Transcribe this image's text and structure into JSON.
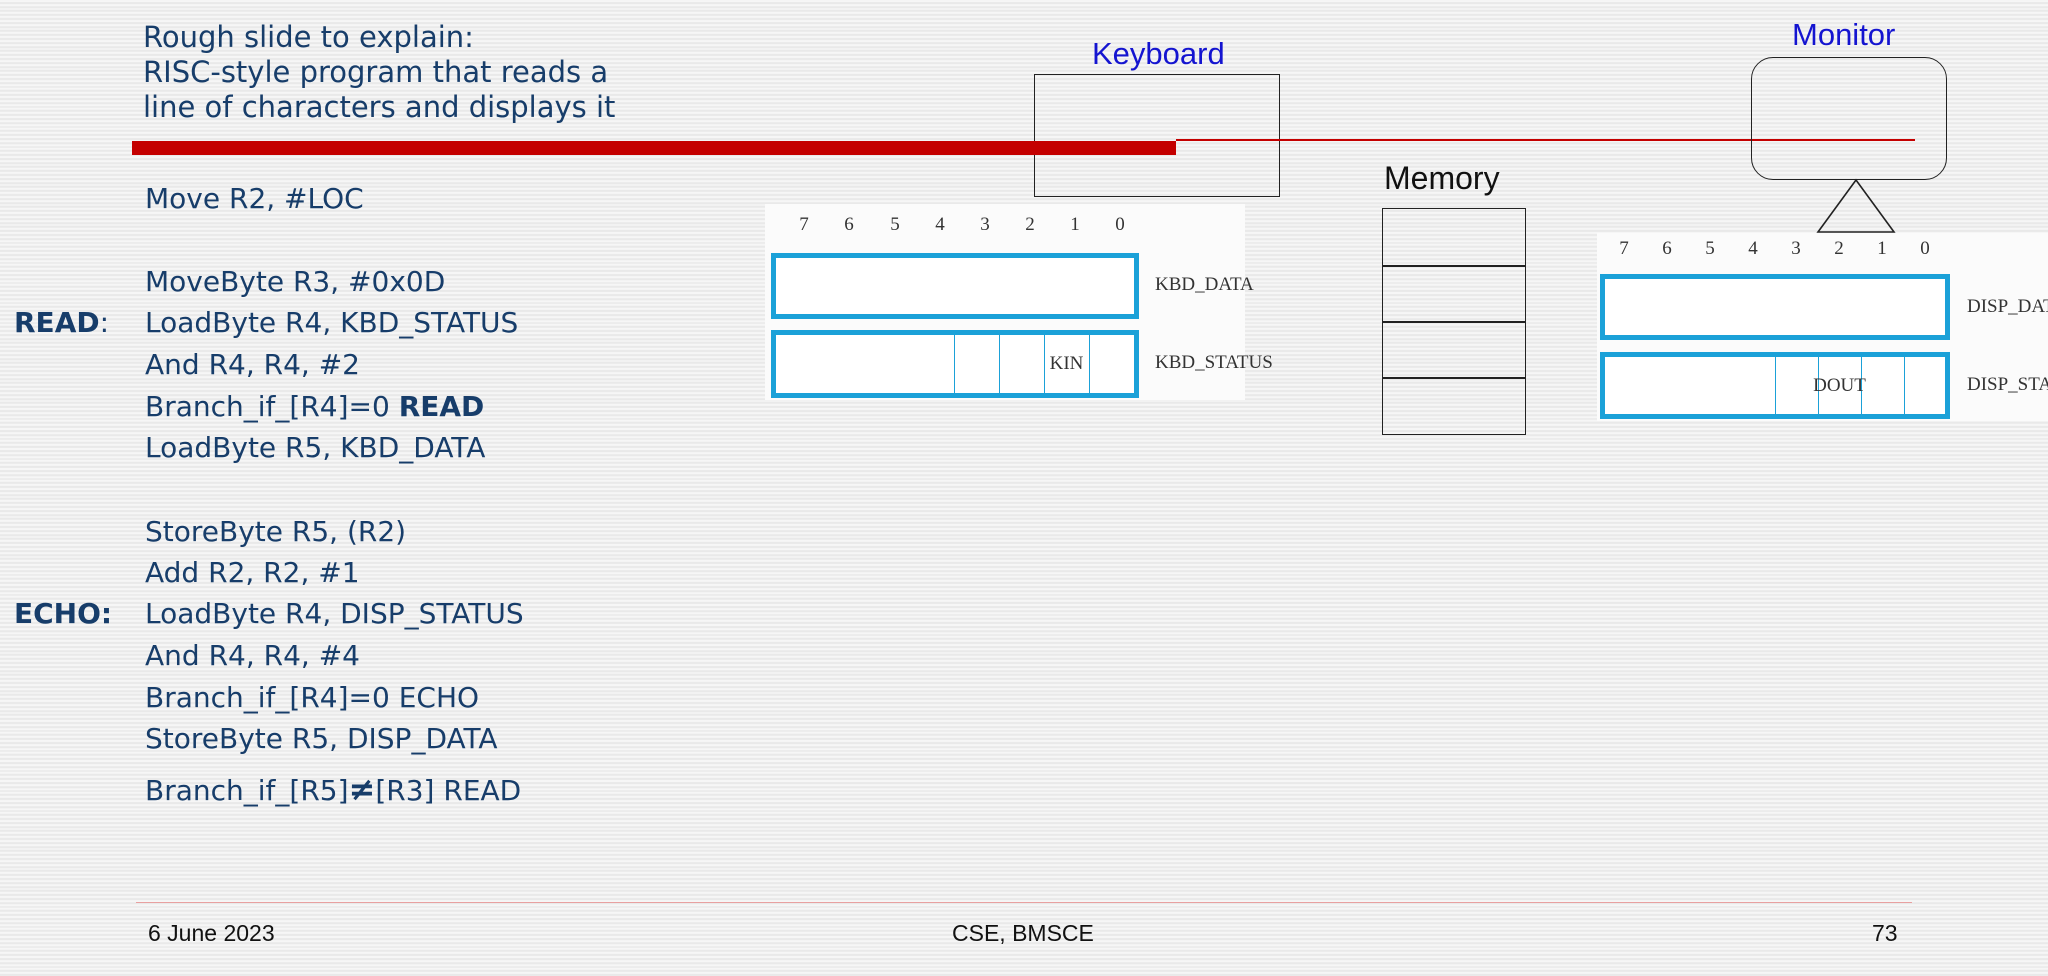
{
  "title_lines": [
    "Rough slide to explain:",
    "RISC-style program that reads a",
    "line of characters and displays it"
  ],
  "program": {
    "line1": "Move R2, #LOC",
    "line2": "MoveByte R3, #0x0D",
    "read_label": "READ",
    "read_colon": ":",
    "line3": "LoadByte R4, KBD_STATUS",
    "line4": "And R4, R4, #2",
    "line5_prefix": "Branch_if_[R4]=0 ",
    "line5_target": "READ",
    "line6": "LoadByte R5, KBD_DATA",
    "line7": "StoreByte R5, (R2)",
    "line8": "Add R2, R2, #1",
    "echo_label": "ECHO:",
    "line9": "LoadByte R4, DISP_STATUS",
    "line10": "And R4, R4, #4",
    "line11": "Branch_if_[R4]=0 ECHO",
    "line12": "StoreByte R5, DISP_DATA",
    "line13_prefix": "Branch_if_[R5]",
    "line13_symbol": "≠",
    "line13_suffix": "[R3] READ"
  },
  "diagram": {
    "keyboard_label": "Keyboard",
    "monitor_label": "Monitor",
    "memory_label": "Memory",
    "bit_numbers": [
      "7",
      "6",
      "5",
      "4",
      "3",
      "2",
      "1",
      "0"
    ],
    "kbd_data_name": "KBD_DATA",
    "kbd_status_name": "KBD_STATUS",
    "kin_flag": "KIN",
    "disp_data_name": "DISP_DATA",
    "disp_status_name": "DISP_STATUS",
    "dout_flag": "DOUT",
    "register_color": "#1ba1d8",
    "label_color": "#1414d0"
  },
  "footer": {
    "date": "6 June 2023",
    "center": "CSE, BMSCE",
    "page": "73"
  },
  "colors": {
    "text": "#173d6a",
    "rule": "#c40000"
  }
}
